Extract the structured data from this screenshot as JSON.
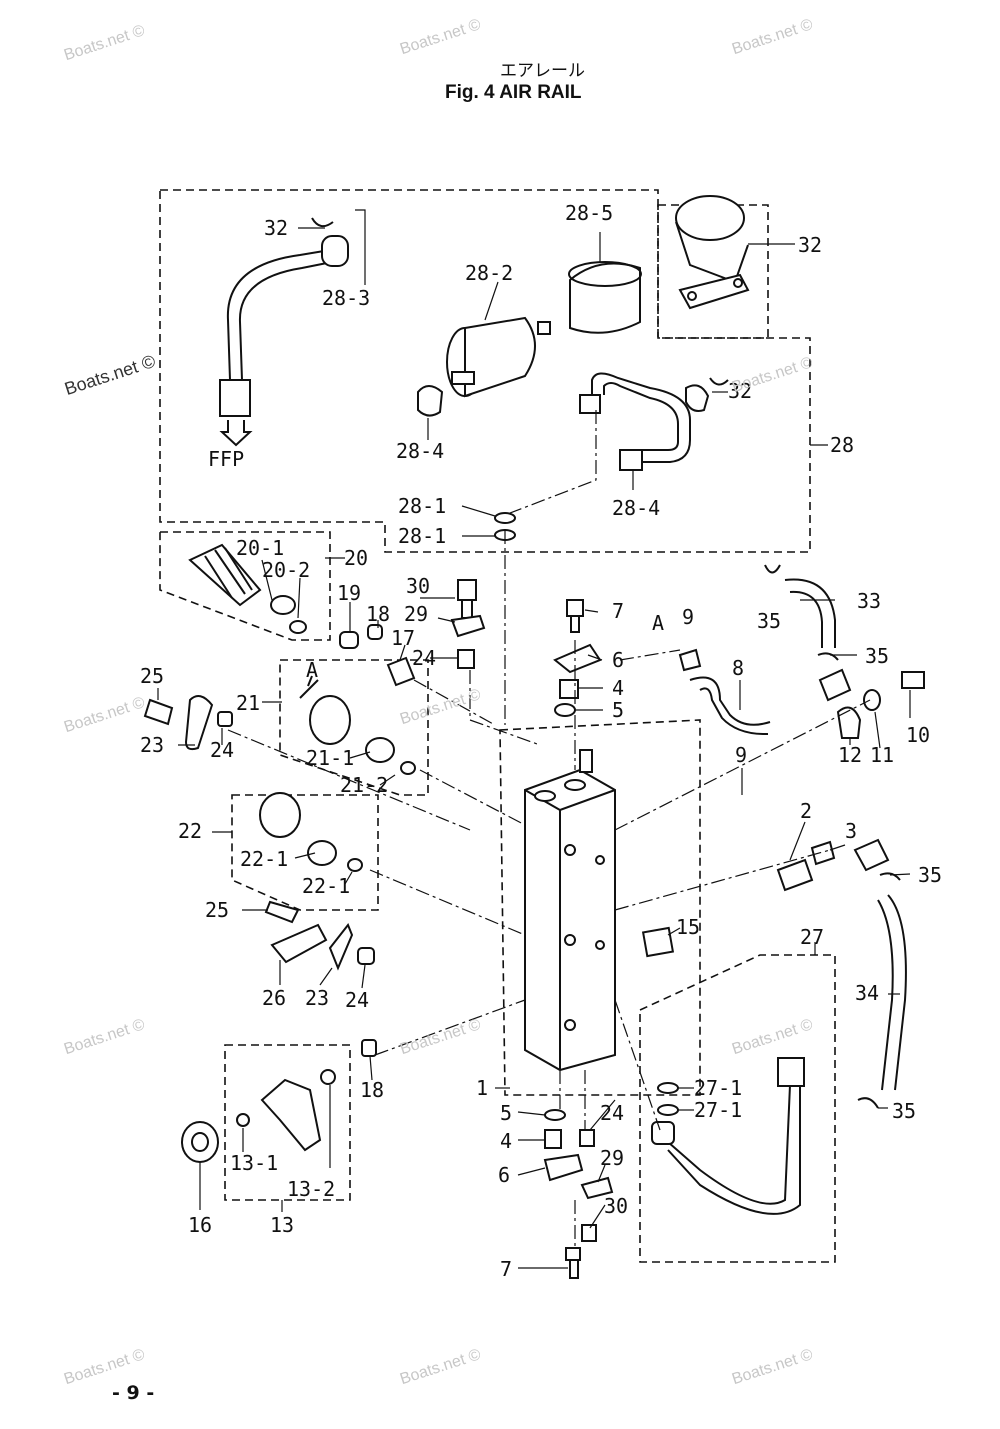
{
  "title": {
    "jp": "エアレール",
    "en": "Fig. 4    AIR RAIL"
  },
  "page_number": "- 9 -",
  "watermark": "Boats.net ©",
  "callouts": [
    "32",
    "28-3",
    "28-5",
    "28-2",
    "32",
    "28-4",
    "32",
    "28",
    "28-4",
    "28-1",
    "28-1",
    "20-1",
    "20-2",
    "20",
    "FFP",
    "30",
    "29",
    "19",
    "18",
    "17",
    "24",
    "7",
    "6",
    "4",
    "5",
    "9",
    "A",
    "33",
    "35",
    "35",
    "8",
    "25",
    "21",
    "A",
    "21-1",
    "21-2",
    "23",
    "24",
    "10",
    "11",
    "12",
    "22",
    "22-1",
    "22-1",
    "9",
    "2",
    "3",
    "35",
    "25",
    "15",
    "27",
    "26",
    "23",
    "24",
    "34",
    "1",
    "18",
    "13-1",
    "13-2",
    "13",
    "16",
    "5",
    "24",
    "27-1",
    "27-1",
    "4",
    "6",
    "29",
    "30",
    "7",
    "35"
  ]
}
